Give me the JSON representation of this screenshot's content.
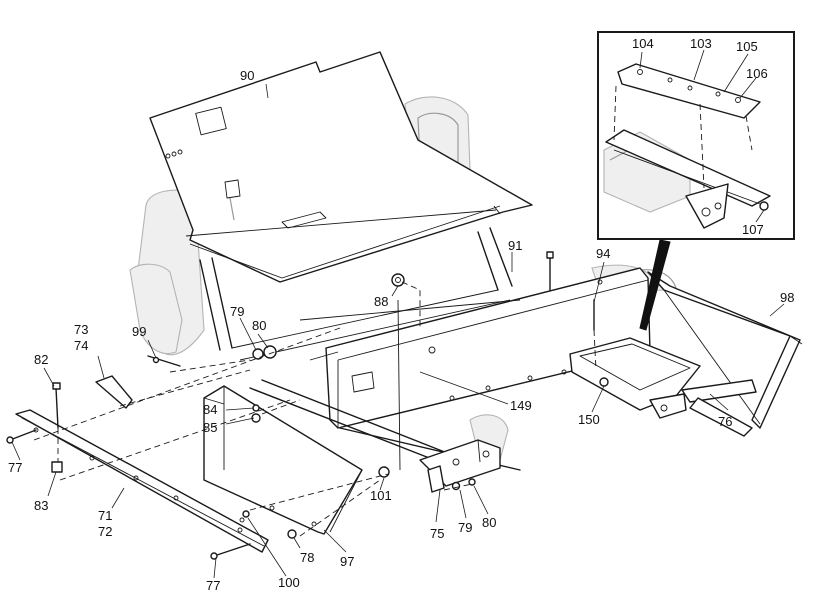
{
  "callouts": [
    {
      "id": "c90",
      "text": "90"
    },
    {
      "id": "c91",
      "text": "91"
    },
    {
      "id": "c88",
      "text": "88"
    },
    {
      "id": "c79a",
      "text": "79"
    },
    {
      "id": "c80a",
      "text": "80"
    },
    {
      "id": "c73",
      "text": "73"
    },
    {
      "id": "c74",
      "text": "74"
    },
    {
      "id": "c99",
      "text": "99"
    },
    {
      "id": "c82",
      "text": "82"
    },
    {
      "id": "c84",
      "text": "84"
    },
    {
      "id": "c85",
      "text": "85"
    },
    {
      "id": "c77a",
      "text": "77"
    },
    {
      "id": "c83",
      "text": "83"
    },
    {
      "id": "c71",
      "text": "71"
    },
    {
      "id": "c72",
      "text": "72"
    },
    {
      "id": "c77b",
      "text": "77"
    },
    {
      "id": "c100",
      "text": "100"
    },
    {
      "id": "c78",
      "text": "78"
    },
    {
      "id": "c97",
      "text": "97"
    },
    {
      "id": "c101",
      "text": "101"
    },
    {
      "id": "c75",
      "text": "75"
    },
    {
      "id": "c79b",
      "text": "79"
    },
    {
      "id": "c80b",
      "text": "80"
    },
    {
      "id": "c149",
      "text": "149"
    },
    {
      "id": "c150",
      "text": "150"
    },
    {
      "id": "c76",
      "text": "76"
    },
    {
      "id": "c94",
      "text": "94"
    },
    {
      "id": "c98",
      "text": "98"
    },
    {
      "id": "c104",
      "text": "104"
    },
    {
      "id": "c103",
      "text": "103"
    },
    {
      "id": "c105",
      "text": "105"
    },
    {
      "id": "c106",
      "text": "106"
    },
    {
      "id": "c107",
      "text": "107"
    }
  ]
}
